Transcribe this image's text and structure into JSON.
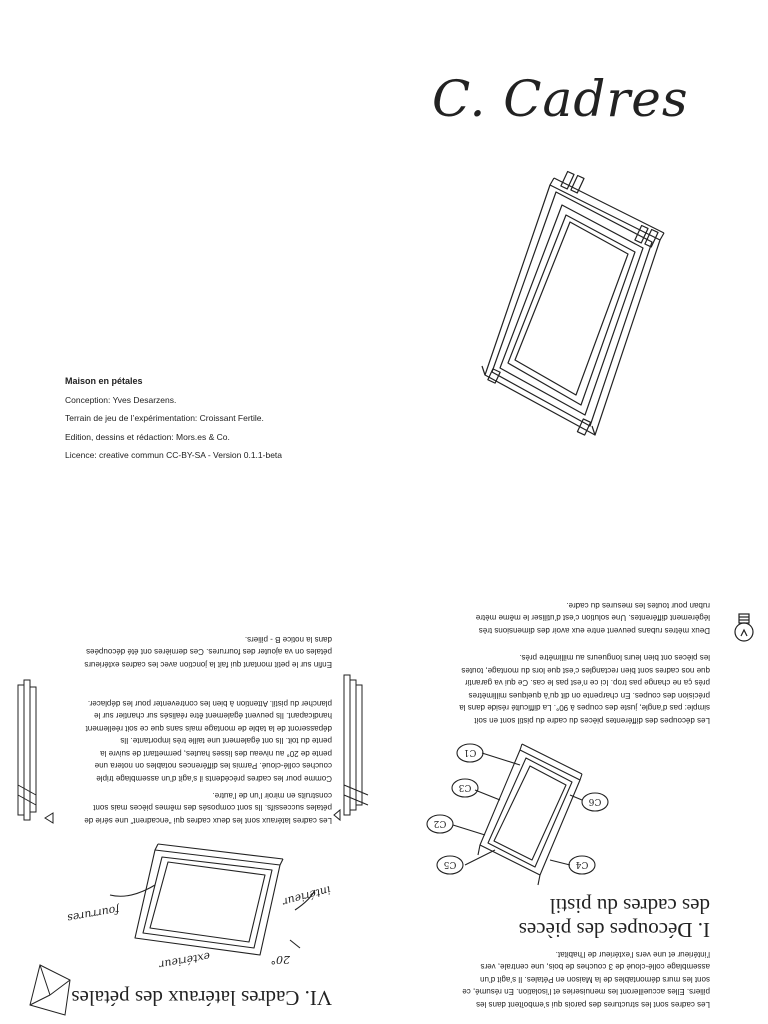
{
  "header": {
    "title": "C. Cadres"
  },
  "colophon": {
    "heading": "Maison en pétales",
    "lines": [
      "Conception: Yves Desarzens.",
      "Terrain de jeu de l’expérimentation: Croissant Fertile.",
      "Edition, dessins et rédaction: Mors.es & Co.",
      "Licence: creative commun CC-BY-SA - Version 0.1.1-beta"
    ]
  },
  "section_right": {
    "intro": "Les cadres sont les structures des parois qui s’emboîtent dans les piliers. Elles accueilleront les menuiseries et l’isolation. En résumé, ce sont les murs démontables de la Maison en Pétales. Il s’agit d’un assemblage collé-cloué de 3 couches de bois, une centrale, vers l’intérieur et une vers l’extérieur de l’habitat.",
    "heading": "I. Découpes des pièces des cadres du pistil",
    "labels": [
      "C1",
      "C3",
      "C6",
      "C2",
      "C4",
      "C5"
    ],
    "body": "Les découpes des différentes pièces du cadre du pistil sont en soit simple: pas d’angle, juste des coupes à 90°. La difficulté réside dans la précision des coupes. En charpente on dit qu’à quelques millimètres près ça ne change pas trop. Ici ce n’est pas le cas. Ce qui va garantir que nos cadres sont bien rectangles c’est que lors du montage, toutes les pièces ont bien leurs longueurs au millimètre près.",
    "body2": "Deux mètres rubans peuvent entre eux avoir des dimensions très légèrement différentes. Une solution c’est d’utiliser le même mètre ruban pour toutes les mesures du cadre."
  },
  "section_left": {
    "heading": "VI. Cadres latéraux des pétales",
    "sketch_labels": [
      "fourrures",
      "intérieur",
      "extérieur",
      "20°"
    ],
    "p1": "Les cadres latéraux sont les deux cadres qui “encadrent” une série de pétales successifs. Ils sont composés des mêmes pièces mais sont construits en miroir l’un de l’autre.",
    "p2": "Comme pour les cadres précédents il s’agit d’un assemblage triple couches collé-cloué. Parmis les différences notables on notera une pente de 20° au niveau des lisses hautes, permettant de suivre la pente du toit. Ils ont également une taille très importante. Ils dépasseront de la table de montage mais sans que ce soit réellement handicapant. Ils peuvent également être réalisés sur chantier sur le plancher du pistil. Attention à bien les contreventer pour les déplacer.",
    "p3": "Enfin sur le petit montant qui fait la jonction avec les cadres extérieurs pétales on va ajouter des fourrures. Ces dernières ont été découpées dans la notice B - piliers."
  }
}
